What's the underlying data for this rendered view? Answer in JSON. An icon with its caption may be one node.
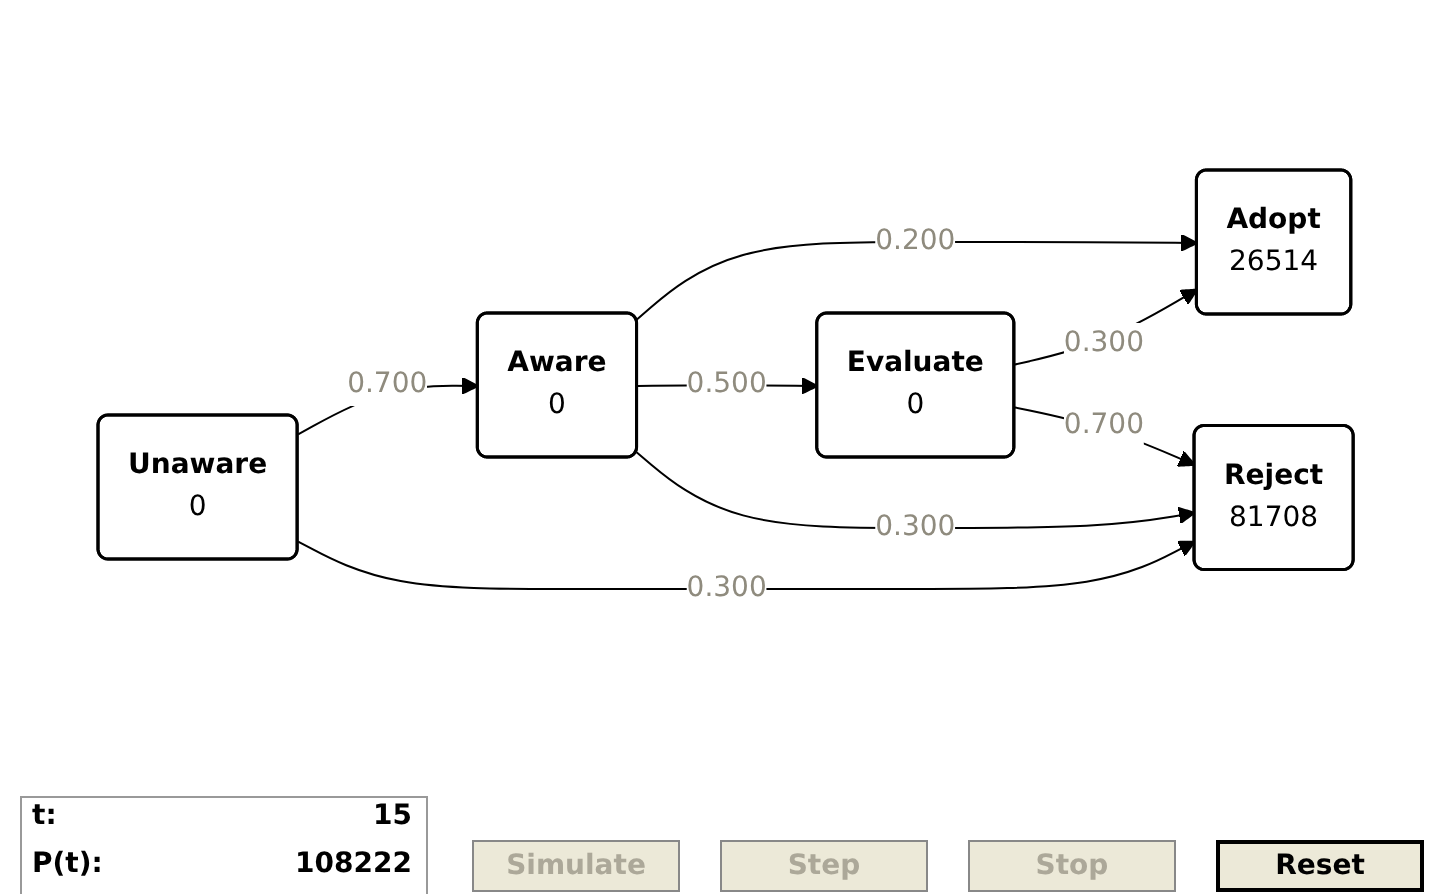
{
  "diagram": {
    "nodes": [
      {
        "text": [
          "Unaware",
          "0"
        ]
      },
      {
        "text": [
          "Aware",
          "0"
        ]
      },
      {
        "text": [
          "Adopt",
          "26514"
        ]
      },
      {
        "text": [
          "Evaluate",
          "0"
        ]
      },
      {
        "text": [
          "Reject",
          "81708"
        ]
      }
    ],
    "edges": [
      {
        "from": 0,
        "to": 1,
        "arrow": "to",
        "label": "0.700"
      },
      {
        "from": 1,
        "to": 2,
        "arrow": "to",
        "label": "0.200"
      },
      {
        "from": 1,
        "to": 3,
        "arrow": "to",
        "label": "0.500"
      },
      {
        "from": 3,
        "to": 2,
        "arrow": "to",
        "label": "0.300"
      },
      {
        "from": 3,
        "to": 4,
        "arrow": "to",
        "label": "0.700"
      },
      {
        "from": 1,
        "to": 4,
        "arrow": "to",
        "label": "0.300"
      },
      {
        "from": 0,
        "to": 4,
        "arrow": "to",
        "label": "0.300"
      }
    ],
    "labels": [
      "t:",
      "15",
      "P(t):",
      "108222",
      "Simulate",
      "Step",
      "Stop",
      "Reset"
    ]
  }
}
